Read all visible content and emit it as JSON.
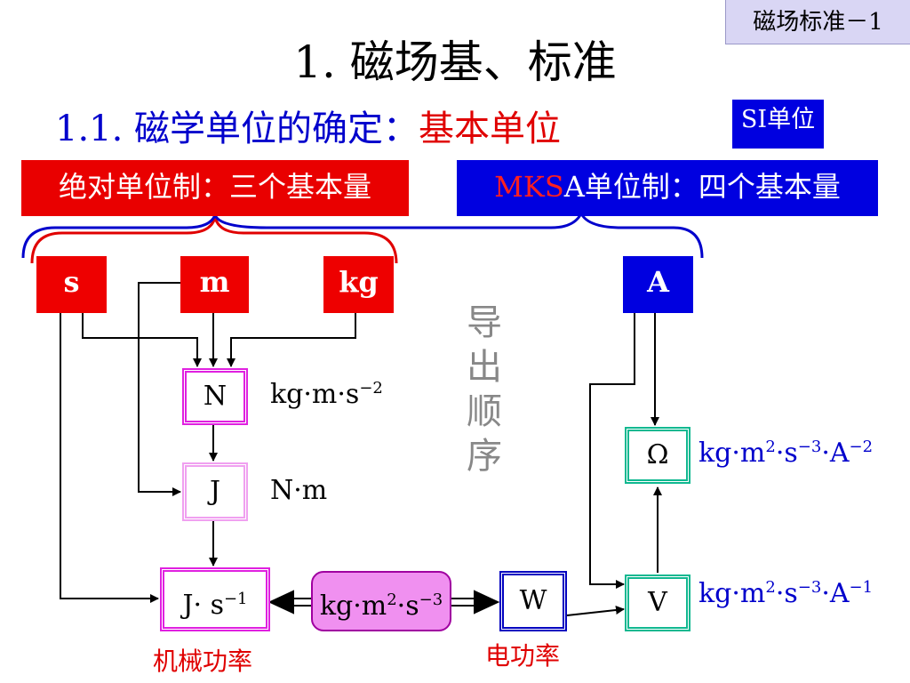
{
  "corner_tag": "磁场标准－1",
  "title": "1. 磁场基、标准",
  "subtitle": {
    "prefix": "1.1. 磁学单位的确定：",
    "highlight": "基本单位"
  },
  "si_badge": "SI单位",
  "absolute_system": "绝对单位制：三个基本量",
  "mksa_system": {
    "red_part": "MKS",
    "rest": "A单位制：四个基本量"
  },
  "base_units": {
    "s": "s",
    "m": "m",
    "kg": "kg",
    "A": "A"
  },
  "derived": {
    "N": {
      "symbol": "N",
      "formula": "kg·m·s",
      "exp": "−2"
    },
    "J": {
      "symbol": "J",
      "formula": "N·m"
    },
    "Js": {
      "symbol_a": "J· s",
      "exp": "−1"
    },
    "W": {
      "symbol": "W"
    },
    "V": {
      "symbol": "V"
    },
    "Omega": {
      "symbol": "Ω"
    },
    "power": {
      "a": "kg·m",
      "e1": "2",
      "b": "·s",
      "e2": "−3"
    },
    "omega_formula": {
      "a": "kg·m",
      "e1": "2",
      "b": "·s",
      "e2": "−3",
      "c": "·A",
      "e3": "−2"
    },
    "v_formula": {
      "a": "kg·m",
      "e1": "2",
      "b": "·s",
      "e2": "−3",
      "c": "·A",
      "e3": "−1"
    }
  },
  "derivation_order": [
    "导",
    "出",
    "顺",
    "序"
  ],
  "labels": {
    "mechanical_power": "机械功率",
    "electric_power": "电功率"
  },
  "colors": {
    "red": "#ee0000",
    "blue": "#0000e0",
    "magenta": "#e020e0",
    "teal": "#10b890"
  }
}
